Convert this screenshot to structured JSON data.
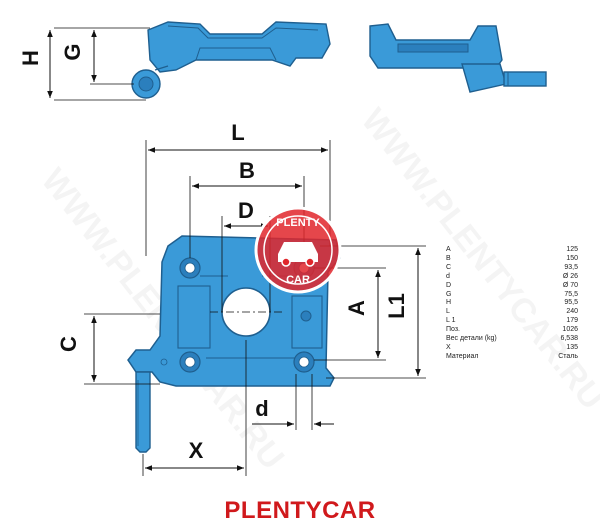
{
  "dimension_labels": {
    "H": "H",
    "G": "G",
    "L": "L",
    "B": "B",
    "D": "D",
    "A": "A",
    "L1": "L1",
    "C": "C",
    "d": "d",
    "X": "X"
  },
  "logo": {
    "top_text": "PLENTY",
    "bottom_text": "CAR"
  },
  "watermark_text": "WWW.PLENTYCAR.RU",
  "specs": [
    {
      "label": "A",
      "value": "125"
    },
    {
      "label": "B",
      "value": "150"
    },
    {
      "label": "C",
      "value": "93,5"
    },
    {
      "label": "d",
      "value": "Ø 26"
    },
    {
      "label": "D",
      "value": "Ø 70"
    },
    {
      "label": "G",
      "value": "75,5"
    },
    {
      "label": "H",
      "value": "95,5"
    },
    {
      "label": "L",
      "value": "240"
    },
    {
      "label": "L 1",
      "value": "179"
    },
    {
      "label": "Поз.",
      "value": "1026"
    },
    {
      "label": "Вес детали (kg)",
      "value": "6,538"
    },
    {
      "label": "X",
      "value": "135"
    },
    {
      "label": "Материал",
      "value": "Сталь"
    }
  ],
  "brand": "PLENTYCAR",
  "colors": {
    "part_fill": "#3a9ad8",
    "part_dark": "#1f5f8f",
    "brand_red": "#d0191c",
    "logo_red": "#e0262b"
  }
}
